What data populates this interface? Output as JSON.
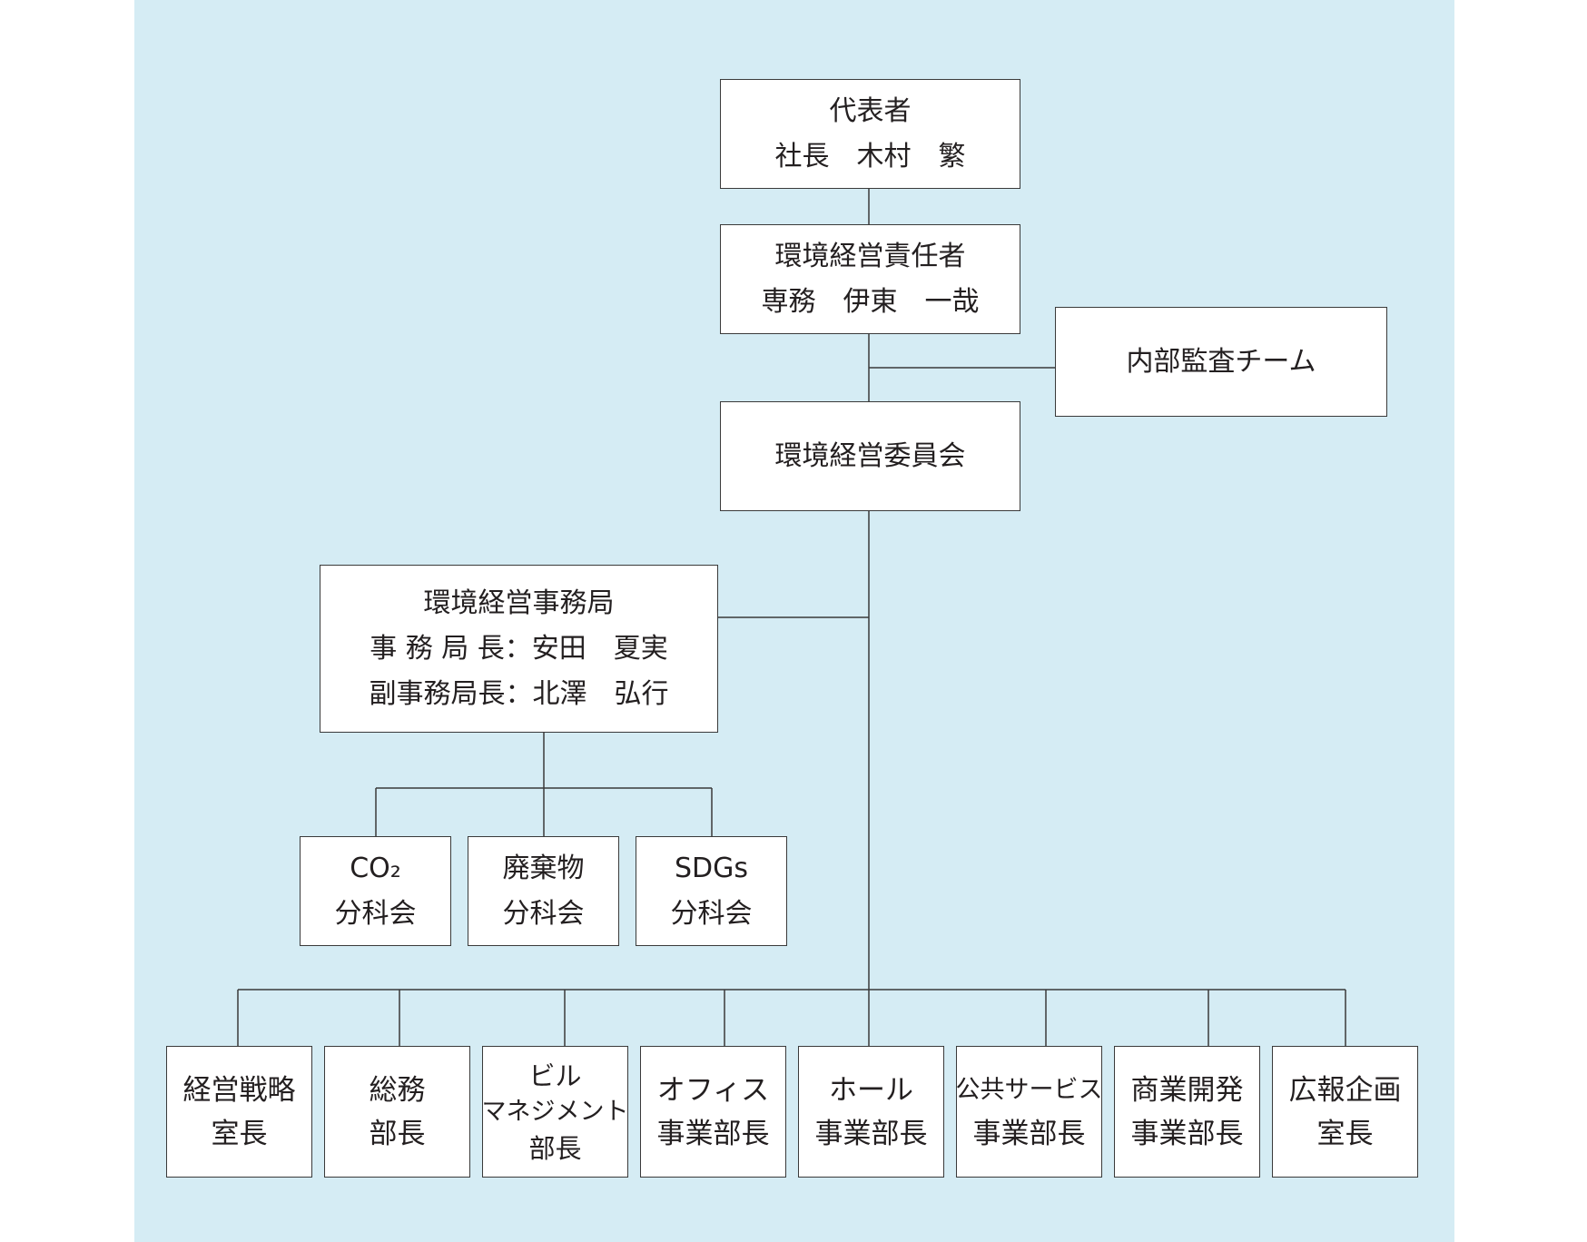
{
  "colors": {
    "background": "#d5ecf4",
    "box_fill": "#ffffff",
    "line": "#3a3a3a",
    "text": "#231f20"
  },
  "top": {
    "representative": {
      "line1": "代表者",
      "line2": "社長　木村　繁"
    },
    "manager": {
      "line1": "環境経営責任者",
      "line2": "専務　伊東　一哉"
    },
    "audit": {
      "label": "内部監査チーム"
    },
    "committee": {
      "label": "環境経営委員会"
    },
    "secretariat": {
      "line1": "環境経営事務局",
      "line2": "事 務 局 長：安田　夏実",
      "line3": "副事務局長：北澤　弘行"
    }
  },
  "subcommittees": [
    {
      "line1": "CO₂",
      "line2": "分科会"
    },
    {
      "line1": "廃棄物",
      "line2": "分科会"
    },
    {
      "line1": "SDGs",
      "line2": "分科会"
    }
  ],
  "departments": [
    {
      "line1": "経営戦略",
      "line2": "室長"
    },
    {
      "line1": "総務",
      "line2": "部長"
    },
    {
      "line1": "ビル",
      "line2": "マネジメント",
      "line3": "部長"
    },
    {
      "line1": "オフィス",
      "line2": "事業部長"
    },
    {
      "line1": "ホール",
      "line2": "事業部長"
    },
    {
      "line1": "公共サービス",
      "line2": "事業部長"
    },
    {
      "line1": "商業開発",
      "line2": "事業部長"
    },
    {
      "line1": "広報企画",
      "line2": "室長"
    }
  ]
}
